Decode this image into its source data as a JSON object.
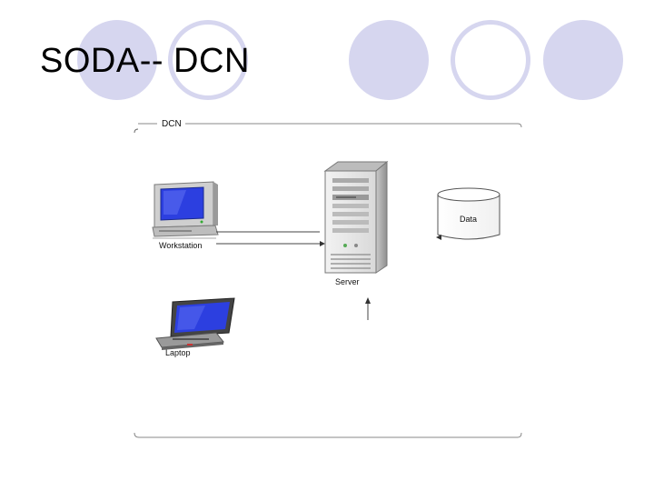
{
  "slide": {
    "title": "SODA-- DCN"
  },
  "diagram": {
    "frame_label": "DCN",
    "nodes": {
      "workstation": "Workstation",
      "server": "Server",
      "laptop": "Laptop",
      "data": "Data"
    }
  },
  "colors": {
    "accent_circle": "#d6d6ef",
    "screen_blue": "#2c3fe0"
  }
}
